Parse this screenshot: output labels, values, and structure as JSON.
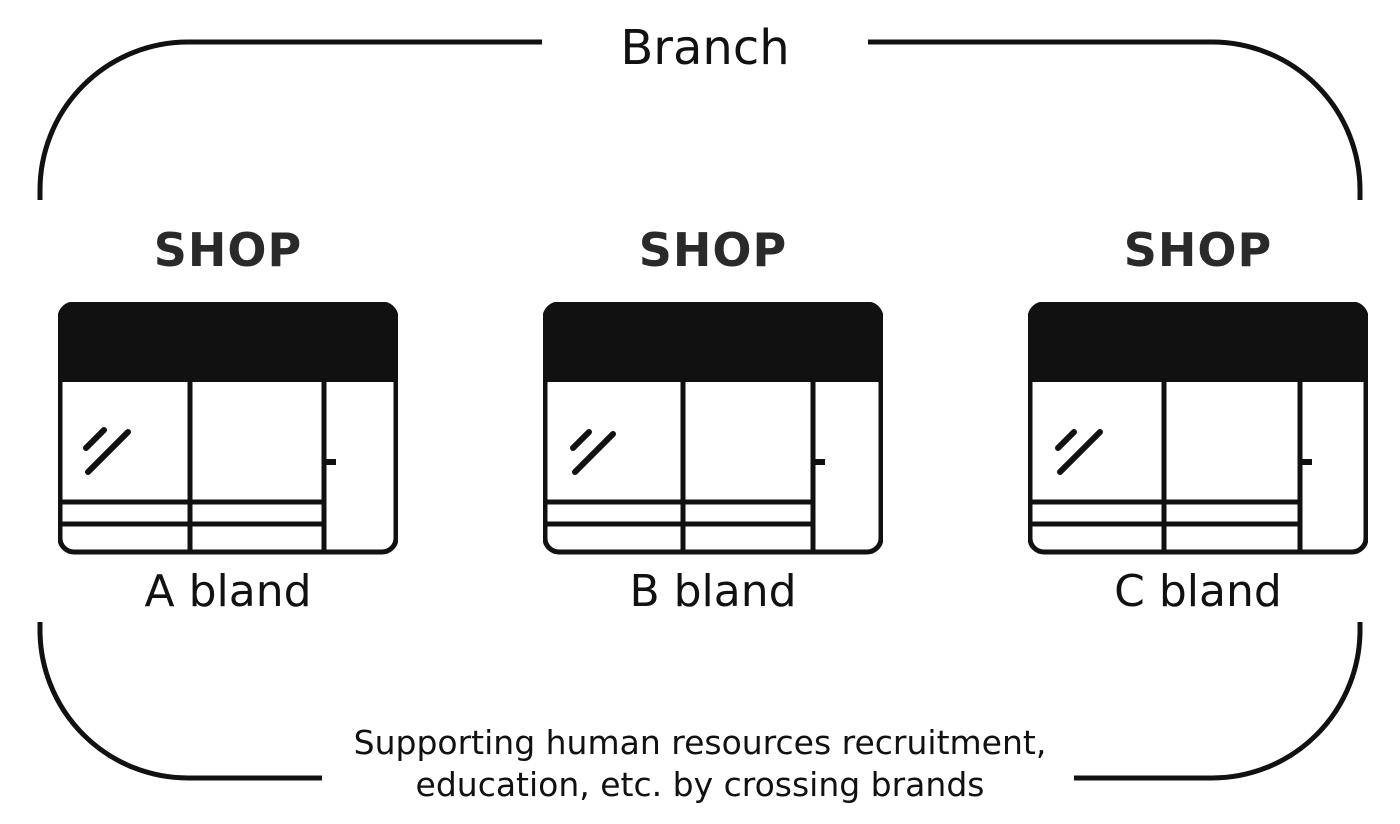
{
  "diagram": {
    "title": "Branch",
    "shop_heading": "SHOP",
    "shops": [
      {
        "label": "A bland"
      },
      {
        "label": "B bland"
      },
      {
        "label": "C bland"
      }
    ],
    "caption": {
      "line1": "Supporting human resources recruitment,",
      "line2": "education, etc. by crossing brands"
    },
    "colors": {
      "stroke": "#111111",
      "heading": "#2a2a2a",
      "background": "#ffffff"
    }
  }
}
